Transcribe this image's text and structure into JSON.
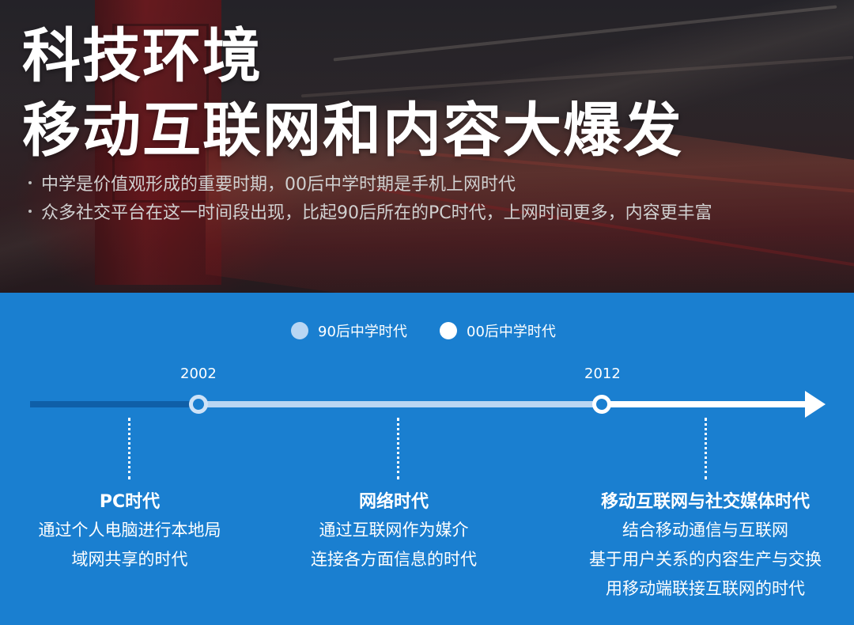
{
  "hero": {
    "title_line1": "科技环境",
    "title_line2": "移动互联网和内容大爆发",
    "bullets": [
      "中学是价值观形成的重要时期，00后中学时期是手机上网时代",
      "众多社交平台在这一时间段出现，比起90后所在的PC时代，上网时间更多，内容更丰富"
    ]
  },
  "legend": {
    "items": [
      {
        "label": "90后中学时代",
        "color": "#b9d6f3"
      },
      {
        "label": "00后中学时代",
        "color": "#ffffff"
      }
    ]
  },
  "timeline": {
    "years": [
      "2002",
      "2012"
    ],
    "colors": {
      "early": "#0f5fa8",
      "mid": "#b9d6f3",
      "late": "#ffffff"
    },
    "eras": [
      {
        "title": "PC时代",
        "lines": [
          "通过个人电脑进行本地局",
          "域网共享的时代"
        ]
      },
      {
        "title": "网络时代",
        "lines": [
          "通过互联网作为媒介",
          "连接各方面信息的时代"
        ]
      },
      {
        "title": "移动互联网与社交媒体时代",
        "lines": [
          "结合移动通信与互联网",
          "基于用户关系的内容生产与交换",
          "用移动端联接互联网的时代"
        ]
      }
    ]
  },
  "colors": {
    "background_blue": "#1a7fd0",
    "hero_red": "#b51a1e"
  }
}
